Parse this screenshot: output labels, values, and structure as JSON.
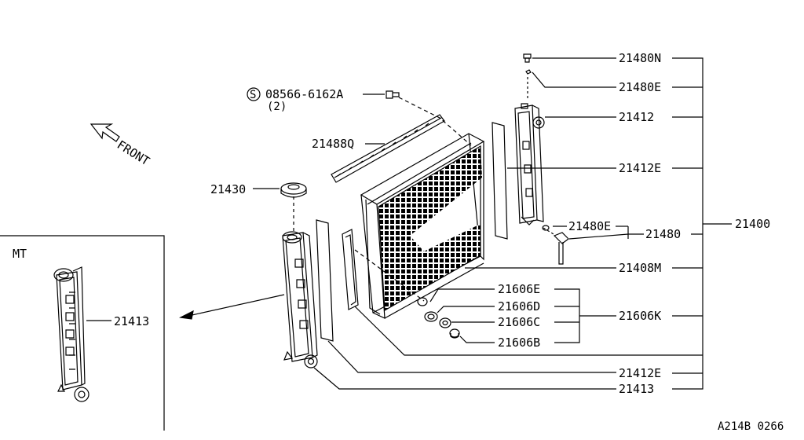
{
  "diagram": {
    "part_labels": {
      "p21480N": "21480N",
      "p21480E_top": "21480E",
      "p21412_top": "21412",
      "p21412E_top": "21412E",
      "p21400": "21400",
      "p21480": "21480",
      "p21480E_mid": "21480E",
      "p21408M": "21408M",
      "p21606E": "21606E",
      "p21606D": "21606D",
      "p21606C": "21606C",
      "p21606B": "21606B",
      "p21606K": "21606K",
      "p21412E_bot": "21412E",
      "p21413_bot": "21413",
      "p21488Q": "21488Q",
      "p21430": "21430",
      "p21413_mt": "21413",
      "screw_part": "08566-6162A",
      "screw_symbol": "S",
      "screw_qty": "(2)"
    },
    "front_label": "FRONT",
    "inset_label": "MT",
    "ref_code": "A214B 0266"
  },
  "colors": {
    "line": "#000000",
    "background": "#ffffff"
  }
}
